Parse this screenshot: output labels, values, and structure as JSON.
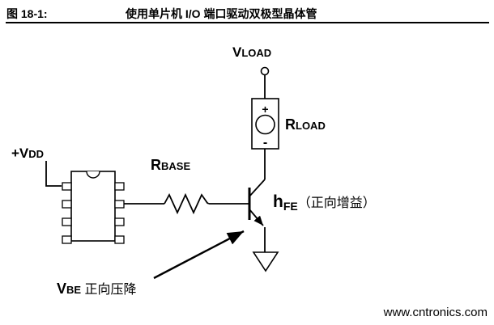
{
  "title": {
    "figure_label": "图 18-1:",
    "caption": "使用单片机 I/O 端口驱动双极型晶体管"
  },
  "schematic": {
    "vdd": {
      "main": "+V",
      "sub": "DD"
    },
    "vload": {
      "main": "V",
      "sub": "LOAD"
    },
    "rload": {
      "main": "R",
      "sub": "LOAD"
    },
    "rbase": {
      "main": "R",
      "sub": "BASE"
    },
    "hfe": {
      "main": "h",
      "sub": "FE",
      "note": "（正向增益）"
    },
    "vbe": {
      "main": "V",
      "sub": "BE",
      "note": " 正向压降"
    },
    "load_polarity": {
      "plus": "+",
      "minus": "-"
    }
  },
  "watermark": {
    "text": "www.cntronics.com",
    "color": "#b4d9b4"
  }
}
